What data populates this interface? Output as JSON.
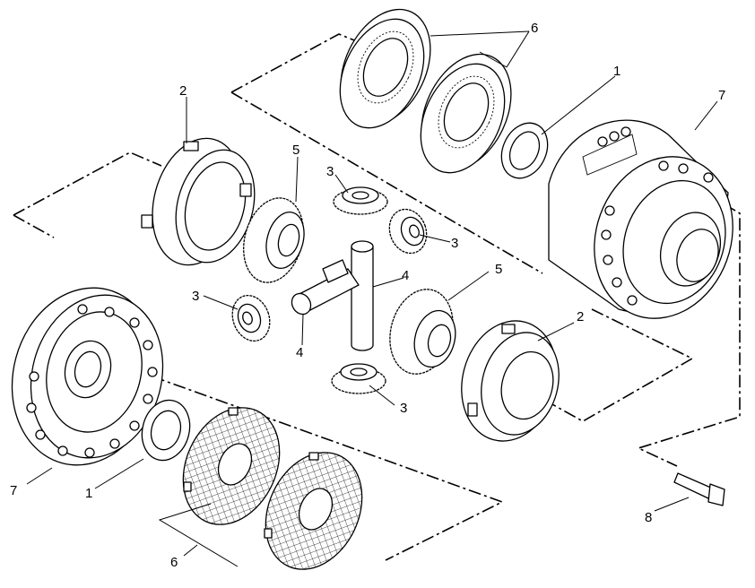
{
  "callouts": {
    "c1_upper": "1",
    "c1_lower": "1",
    "c2_left": "2",
    "c2_right": "2",
    "c3_a": "3",
    "c3_b": "3",
    "c3_c": "3",
    "c3_d": "3",
    "c4_upper": "4",
    "c4_lower": "4",
    "c5_upper": "5",
    "c5_lower": "5",
    "c6_upper": "6",
    "c6_lower": "6",
    "c7_right": "7",
    "c7_left": "7",
    "c8": "8"
  }
}
